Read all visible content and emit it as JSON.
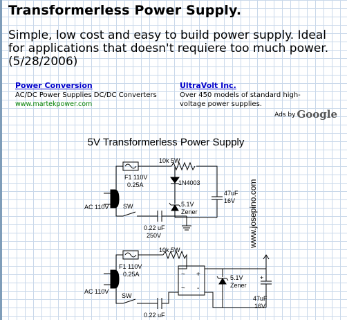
{
  "page": {
    "title": "Transformerless Power Supply.",
    "intro": "Simple, low cost and easy to build power supply. Ideal for applications that doesn't requiere too much power. (5/28/2006)"
  },
  "ads": {
    "items": [
      {
        "title": "Power Conversion",
        "text": "AC/DC Power Supplies DC/DC Converters",
        "url": "www.martekpower.com"
      },
      {
        "title": "UltraVolt Inc.",
        "text": "Over 450 models of standard high-voltage power supplies.",
        "url": ""
      }
    ],
    "ads_by": "Ads by",
    "brand": "Google"
  },
  "schematic": {
    "title": "5V Transformerless Power Supply",
    "watermark": "www.josepino.com",
    "circuit1": {
      "resistor": "10k 5W",
      "fuse_line1": "F1 110V",
      "fuse_line2": "0.25A",
      "diode": "1N4003",
      "plug": "AC 110V",
      "zener_line1": "5.1V",
      "zener_line2": "Zener",
      "cap_out_line1": "47uF",
      "cap_out_line2": "16V",
      "switch": "SW",
      "cap_in_line1": "0.22 uF",
      "cap_in_line2": "250V"
    },
    "circuit2": {
      "resistor": "10k 5W",
      "fuse_line1": "F1 110V",
      "fuse_line2": "0.25A",
      "plug": "AC 110V",
      "switch": "SW",
      "cap_in_line1": "0.22 uF",
      "zener_line1": "5.1V",
      "zener_line2": "Zener",
      "cap_out_line1": "47uF",
      "cap_out_line2": "16V",
      "bridge_tl": "~",
      "bridge_tr": "+",
      "bridge_bl": "~",
      "bridge_br": "-",
      "cap_out_plus": "+"
    }
  }
}
